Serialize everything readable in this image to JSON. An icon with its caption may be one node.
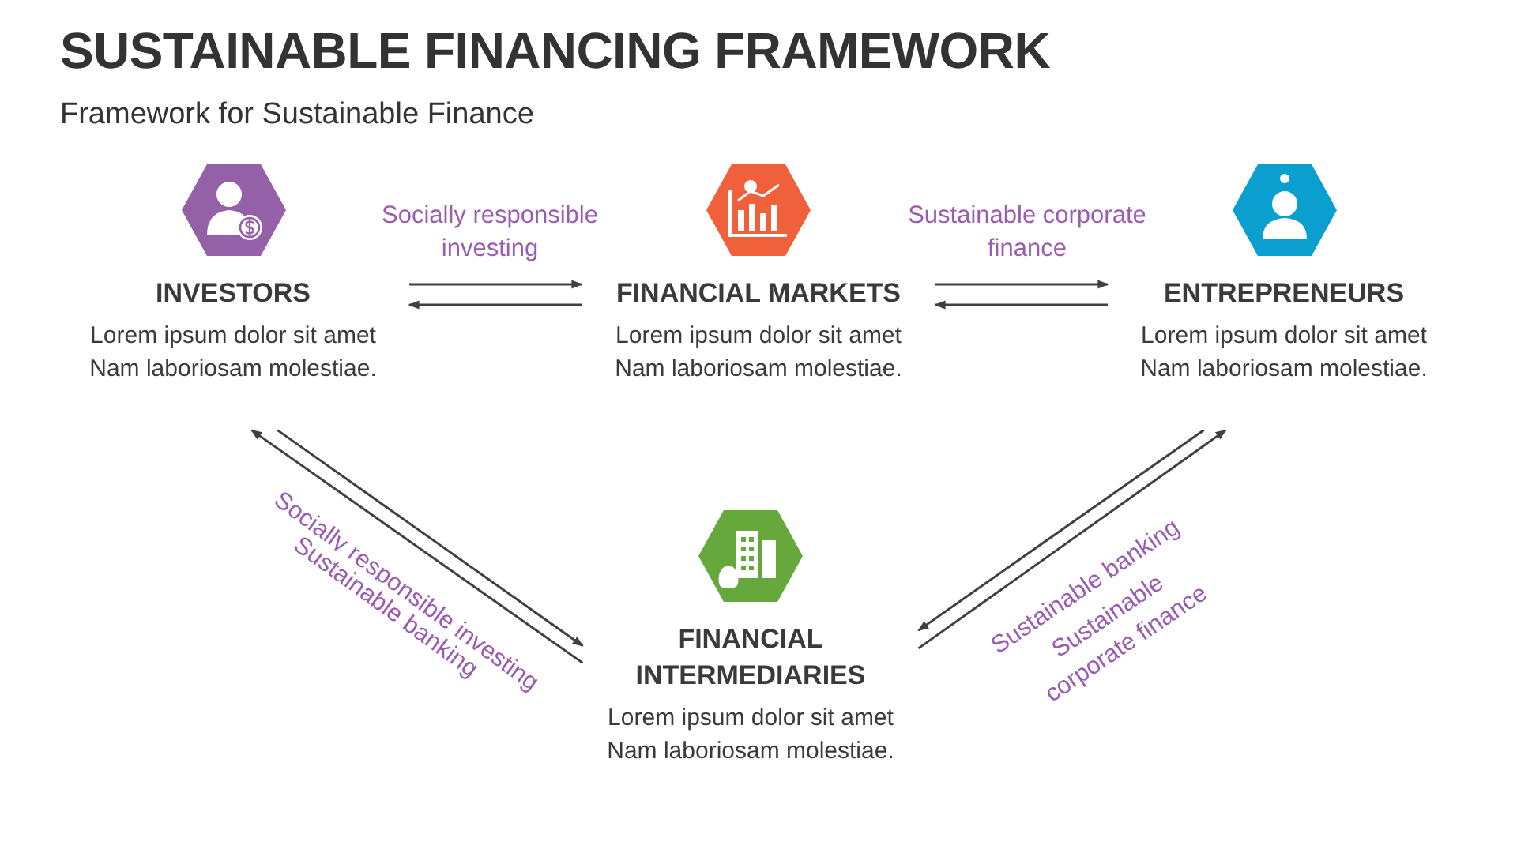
{
  "diagram": {
    "title": "SUSTAINABLE FINANCING FRAMEWORK",
    "caption": "Framework for Sustainable Finance",
    "nodes": [
      {
        "text": [
          "INVESTORS",
          "Lorem ipsum dolor sit amet Nam laboriosam molestiae."
        ]
      },
      {
        "text": [
          "FINANCIAL MARKETS",
          "Lorem ipsum dolor sit amet Nam laboriosam molestiae."
        ]
      },
      {
        "text": [
          "ENTREPRENEURS",
          "Lorem ipsum dolor sit amet Nam laboriosam molestiae."
        ]
      },
      {
        "text": [
          "FINANCIAL INTERMEDIARIES",
          "Lorem ipsum dolor sit amet Nam laboriosam molestiae."
        ]
      }
    ],
    "edges": [
      {
        "from": 0,
        "to": 1,
        "arrow": "to",
        "label": "Socially responsible investing"
      },
      {
        "from": 1,
        "to": 0,
        "arrow": "to"
      },
      {
        "from": 1,
        "to": 2,
        "arrow": "to",
        "label": "Sustainable corporate finance"
      },
      {
        "from": 2,
        "to": 1,
        "arrow": "to"
      },
      {
        "from": 0,
        "to": 3,
        "arrow": "to",
        "label": "Socially responsible investing"
      },
      {
        "from": 3,
        "to": 0,
        "arrow": "to",
        "label": "Sustainable banking"
      },
      {
        "from": 2,
        "to": 3,
        "arrow": "to",
        "label": "Sustainable banking"
      },
      {
        "from": 3,
        "to": 2,
        "arrow": "to",
        "label": "Sustainable corporate finance"
      }
    ]
  }
}
